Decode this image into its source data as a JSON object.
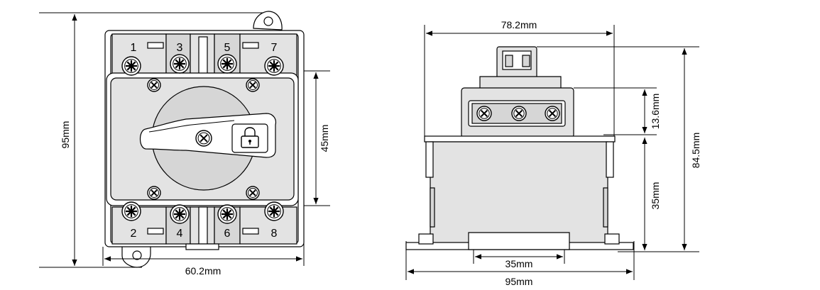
{
  "front_view": {
    "height_label": "95mm",
    "width_label": "60.2mm",
    "center_label": "45mm",
    "terminals_top": [
      "1",
      "3",
      "5",
      "7"
    ],
    "terminals_bottom": [
      "2",
      "4",
      "6",
      "8"
    ]
  },
  "side_view": {
    "top_width_label": "78.2mm",
    "upper_height_label": "13.6mm",
    "total_height_label": "84.5mm",
    "lower_height_label": "35mm",
    "rail_label": "35mm",
    "base_width_label": "95mm"
  },
  "icons": [
    "screw-icon",
    "padlock-icon",
    "arrow-icon"
  ]
}
